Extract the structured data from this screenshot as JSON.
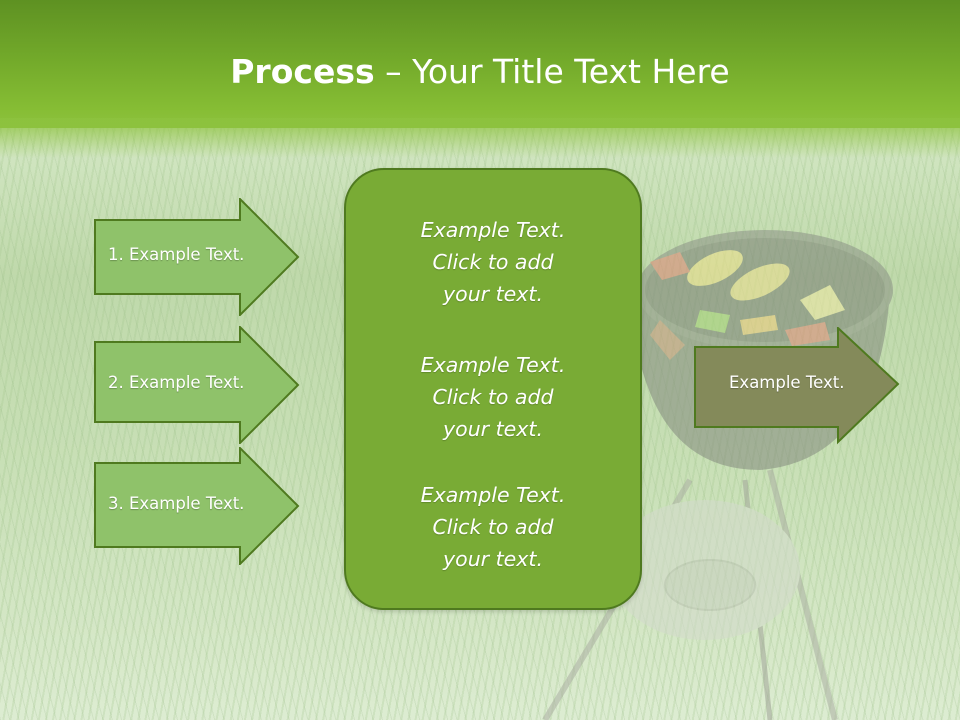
{
  "slide": {
    "title_bold": "Process",
    "title_rest": " – Your Title Text Here"
  },
  "left_arrows": [
    {
      "label": "1. Example Text."
    },
    {
      "label": "2. Example Text."
    },
    {
      "label": "3. Example Text."
    }
  ],
  "center_box": {
    "blocks": [
      {
        "line1": "Example Text.",
        "line2": "Click  to add",
        "line3": "your text."
      },
      {
        "line1": "Example Text.",
        "line2": "Click  to add",
        "line3": "your text."
      },
      {
        "line1": "Example Text.",
        "line2": "Click  to add",
        "line3": "your text."
      }
    ]
  },
  "right_arrow": {
    "label": "Example Text."
  },
  "colors": {
    "header": "#72a92a",
    "left_arrow_fill": "#8fc26a",
    "center_box_fill": "#79ab35",
    "right_arrow_fill": "#848a5a",
    "arrow_border": "#4f7a1f"
  }
}
